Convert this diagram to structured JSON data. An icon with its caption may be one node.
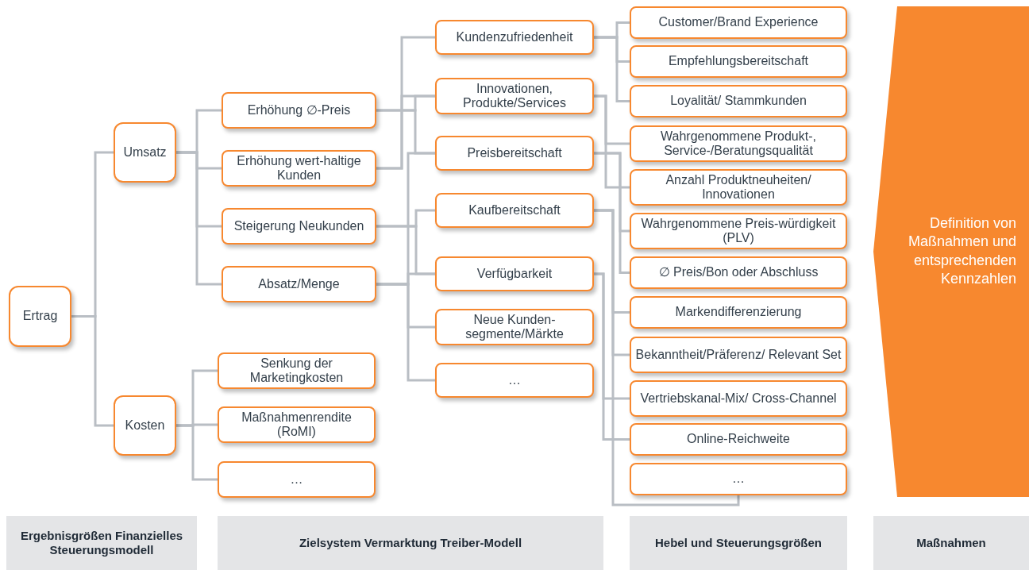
{
  "diagram": {
    "nodes": [
      {
        "text": [
          "Ertrag"
        ]
      },
      {
        "text": [
          "Umsatz"
        ]
      },
      {
        "text": [
          "Kosten"
        ]
      },
      {
        "text": [
          "Erhöhung ∅-Preis"
        ]
      },
      {
        "text": [
          "Erhöhung wert-haltige Kunden"
        ]
      },
      {
        "text": [
          "Steigerung Neukunden"
        ]
      },
      {
        "text": [
          "Absatz/Menge"
        ]
      },
      {
        "text": [
          "Senkung der Marketingkosten"
        ]
      },
      {
        "text": [
          "Maßnahmenrendite (RoMI)"
        ]
      },
      {
        "text": [
          "…"
        ]
      },
      {
        "text": [
          "Kundenzufriedenheit"
        ]
      },
      {
        "text": [
          "Innovationen, Produkte/Services"
        ]
      },
      {
        "text": [
          "Preisbereitschaft"
        ]
      },
      {
        "text": [
          "Kaufbereitschaft"
        ]
      },
      {
        "text": [
          "Verfügbarkeit"
        ]
      },
      {
        "text": [
          "Neue Kunden-segmente/Märkte"
        ]
      },
      {
        "text": [
          "…"
        ]
      },
      {
        "text": [
          "Customer/Brand Experience"
        ]
      },
      {
        "text": [
          "Empfehlungsbereitschaft"
        ]
      },
      {
        "text": [
          "Loyalität/ Stammkunden"
        ]
      },
      {
        "text": [
          "Wahrgenommene Produkt-, Service-/Beratungsqualität"
        ]
      },
      {
        "text": [
          "Anzahl Produktneuheiten/ Innovationen"
        ]
      },
      {
        "text": [
          "Wahrgenommene Preis-würdigkeit (PLV)"
        ]
      },
      {
        "text": [
          "∅ Preis/Bon oder Abschluss"
        ]
      },
      {
        "text": [
          "Markendifferenzierung"
        ]
      },
      {
        "text": [
          "Bekanntheit/Präferenz/ Relevant Set"
        ]
      },
      {
        "text": [
          "Vertriebskanal-Mix/ Cross-Channel"
        ]
      },
      {
        "text": [
          "Online-Reichweite"
        ]
      },
      {
        "text": [
          "…"
        ]
      },
      {
        "text": [
          "Definition von Maßnahmen und entsprechenden Kennzahlen"
        ]
      },
      {
        "text": [
          "Ergebnisgrößen Finanzielles Steuerungsmodell"
        ]
      },
      {
        "text": [
          "Zielsystem Vermarktung Treiber-Modell"
        ]
      },
      {
        "text": [
          "Hebel und Steuerungsgrößen"
        ]
      },
      {
        "text": [
          "Maßnahmen"
        ]
      }
    ],
    "edges": [
      {
        "from": 0,
        "to": 1,
        "arrow": "none"
      },
      {
        "from": 0,
        "to": 2,
        "arrow": "none"
      },
      {
        "from": 1,
        "to": 3,
        "arrow": "none"
      },
      {
        "from": 1,
        "to": 4,
        "arrow": "none"
      },
      {
        "from": 1,
        "to": 5,
        "arrow": "none"
      },
      {
        "from": 1,
        "to": 6,
        "arrow": "none"
      },
      {
        "from": 2,
        "to": 7,
        "arrow": "none"
      },
      {
        "from": 2,
        "to": 8,
        "arrow": "none"
      },
      {
        "from": 2,
        "to": 9,
        "arrow": "none"
      },
      {
        "from": 3,
        "to": 11,
        "arrow": "none"
      },
      {
        "from": 3,
        "to": 12,
        "arrow": "none"
      },
      {
        "from": 4,
        "to": 10,
        "arrow": "none"
      },
      {
        "from": 4,
        "to": 11,
        "arrow": "none"
      },
      {
        "from": 5,
        "to": 13,
        "arrow": "none"
      },
      {
        "from": 5,
        "to": 14,
        "arrow": "none"
      },
      {
        "from": 6,
        "to": 12,
        "arrow": "none"
      },
      {
        "from": 6,
        "to": 14,
        "arrow": "none"
      },
      {
        "from": 6,
        "to": 15,
        "arrow": "none"
      },
      {
        "from": 6,
        "to": 16,
        "arrow": "none"
      },
      {
        "from": 10,
        "to": 17,
        "arrow": "none"
      },
      {
        "from": 10,
        "to": 18,
        "arrow": "none"
      },
      {
        "from": 10,
        "to": 19,
        "arrow": "none"
      },
      {
        "from": 11,
        "to": 20,
        "arrow": "none"
      },
      {
        "from": 11,
        "to": 21,
        "arrow": "none"
      },
      {
        "from": 12,
        "to": 22,
        "arrow": "none"
      },
      {
        "from": 12,
        "to": 23,
        "arrow": "none"
      },
      {
        "from": 13,
        "to": 24,
        "arrow": "none"
      },
      {
        "from": 13,
        "to": 25,
        "arrow": "none"
      },
      {
        "from": 13,
        "to": 28,
        "arrow": "none"
      },
      {
        "from": 14,
        "to": 26,
        "arrow": "none"
      },
      {
        "from": 14,
        "to": 27,
        "arrow": "none"
      }
    ]
  }
}
